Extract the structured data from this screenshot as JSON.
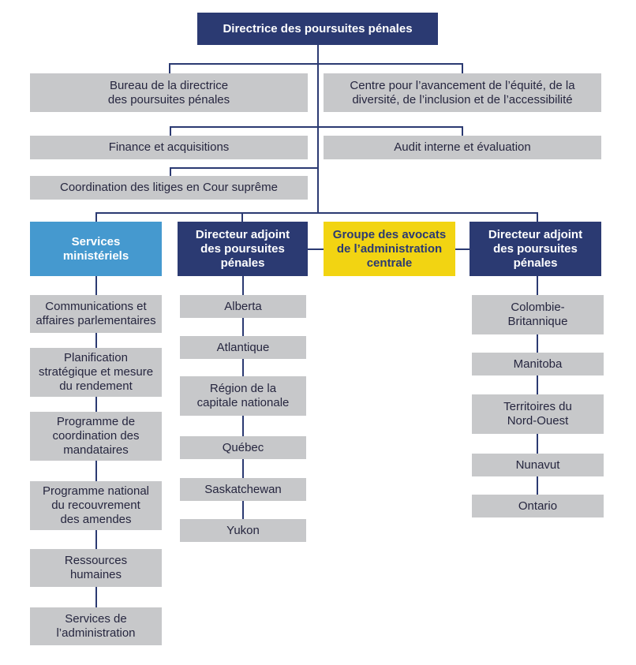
{
  "title": "Organigramme — Directrice des poursuites pénales",
  "colors": {
    "navy": "#2B3A72",
    "light_blue": "#4599CF",
    "yellow": "#F2D412",
    "gray": "#C7C8CA",
    "connector": "#2B3A72"
  },
  "root": {
    "label": "Directrice des poursuites pénales"
  },
  "staff": [
    {
      "label": "Bureau de la directrice\ndes poursuites pénales"
    },
    {
      "label": "Centre pour l’avancement de l’équité, de la\ndiversité, de l’inclusion et de l’accessibilité"
    },
    {
      "label": "Finance et acquisitions"
    },
    {
      "label": "Audit interne et évaluation"
    },
    {
      "label": "Coordination des litiges en Cour suprême"
    }
  ],
  "branches": [
    {
      "label": "Services\nministériels",
      "type": "blue"
    },
    {
      "label": "Directeur adjoint\ndes poursuites\npénales",
      "type": "navy"
    },
    {
      "label": "Groupe des avocats\nde l’administration\ncentrale",
      "type": "yellow"
    },
    {
      "label": "Directeur adjoint\ndes poursuites\npénales",
      "type": "navy"
    }
  ],
  "columns": {
    "services": {
      "items": [
        {
          "label": "Communications et\naffaires parlementaires"
        },
        {
          "label": "Planification\nstratégique et mesure\ndu rendement"
        },
        {
          "label": "Programme de\ncoordination des\nmandataires"
        },
        {
          "label": "Programme national\ndu recouvrement\ndes amendes"
        },
        {
          "label": "Ressources\nhumaines"
        },
        {
          "label": "Services de\nl’administration"
        }
      ]
    },
    "regions_west": {
      "items": [
        {
          "label": "Alberta"
        },
        {
          "label": "Atlantique"
        },
        {
          "label": "Région de la\ncapitale nationale"
        },
        {
          "label": "Québec"
        },
        {
          "label": "Saskatchewan"
        },
        {
          "label": "Yukon"
        }
      ]
    },
    "regions_east": {
      "items": [
        {
          "label": "Colombie-\nBritannique"
        },
        {
          "label": "Manitoba"
        },
        {
          "label": "Territoires du\nNord-Ouest"
        },
        {
          "label": "Nunavut"
        },
        {
          "label": "Ontario"
        }
      ]
    }
  }
}
